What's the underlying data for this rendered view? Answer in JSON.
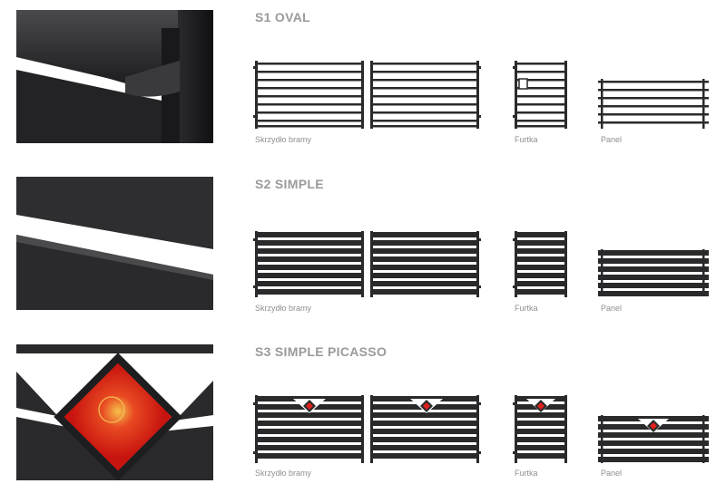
{
  "series": [
    {
      "id": "s1",
      "title": "S1 OVAL"
    },
    {
      "id": "s2",
      "title": "S2 SIMPLE"
    },
    {
      "id": "s3",
      "title": "S3 SIMPLE PICASSO"
    }
  ],
  "captions": {
    "gate": "Skrzydło bramy",
    "wicket": "Furtka",
    "panel": "Panel"
  },
  "colors": {
    "metal": "#2a2a2c",
    "caption": "#8f8f8f",
    "title": "#9a9a9a",
    "glass": "#e0201c"
  }
}
